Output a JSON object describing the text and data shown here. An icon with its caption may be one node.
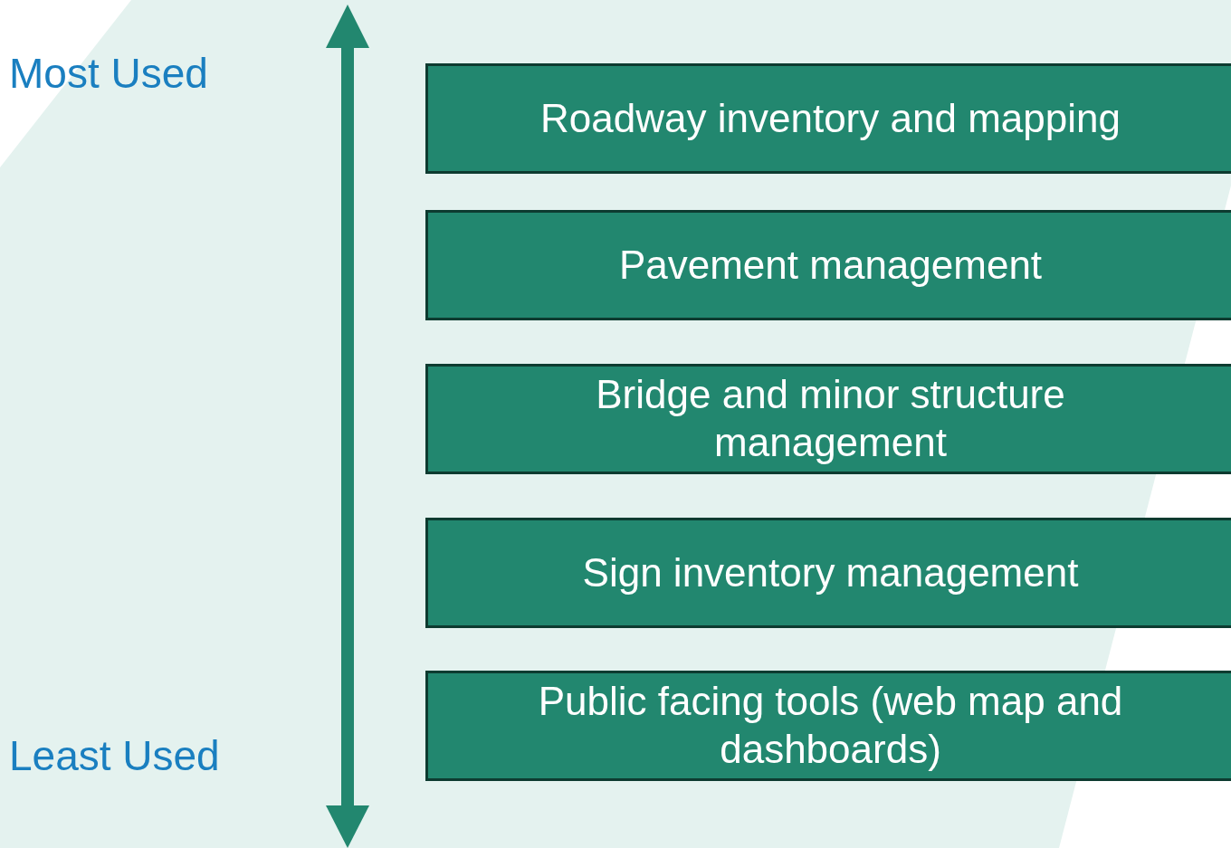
{
  "diagram": {
    "nodes": [
      {
        "text": [
          "Roadway inventory and mapping"
        ]
      },
      {
        "text": [
          "Pavement management"
        ]
      },
      {
        "text": [
          "Bridge and minor structure management"
        ]
      },
      {
        "text": [
          "Sign inventory management"
        ]
      },
      {
        "text": [
          "Public facing tools (web map and dashboards)"
        ]
      }
    ],
    "labels": [
      "Most Used",
      "Least Used"
    ]
  }
}
